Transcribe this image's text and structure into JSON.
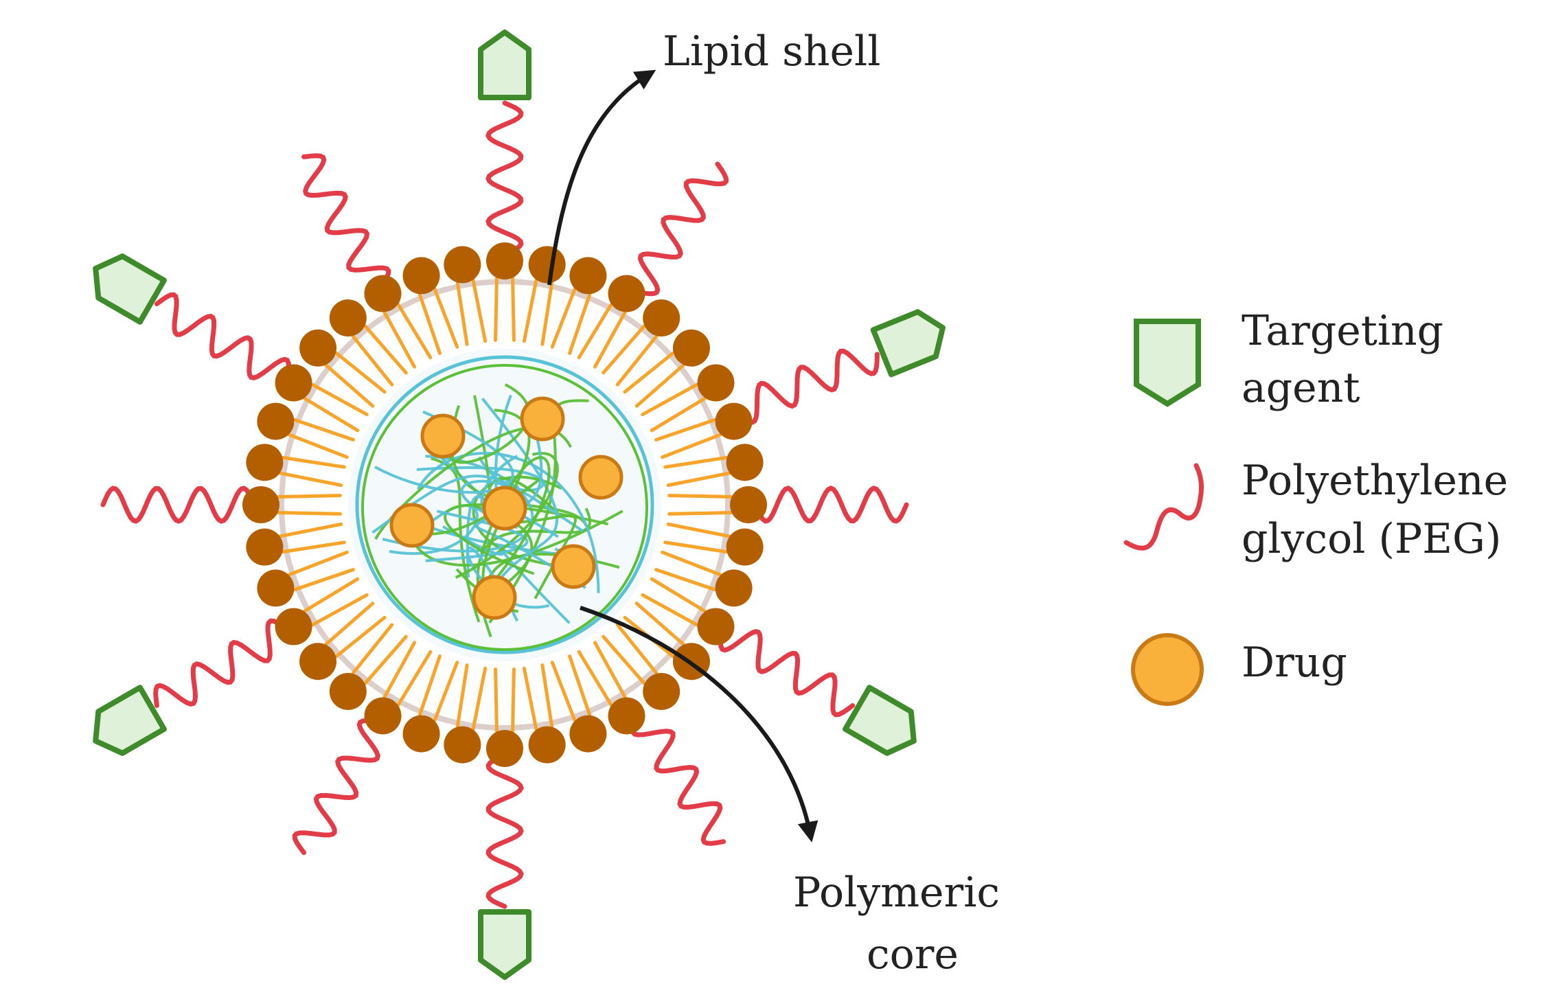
{
  "callouts": {
    "lipid_shell": "Lipid shell",
    "polymeric_core_line1": "Polymeric",
    "polymeric_core_line2": "core"
  },
  "legend": {
    "targeting_line1": "Targeting",
    "targeting_line2": "agent",
    "peg_line1": "Polyethylene",
    "peg_line2": "glycol (PEG)",
    "drug": "Drug"
  },
  "colors": {
    "lipid_head": "#b35f00",
    "lipid_tail": "#f7a42a",
    "peg": "#e23c48",
    "targeting_fill": "#dff1d9",
    "targeting_stroke": "#3f8a2a",
    "drug_fill": "#f9b13b",
    "drug_stroke": "#c97a14",
    "polymer_blue": "#58c2d6",
    "polymer_green": "#5bbf37",
    "shell_ring": "#dccfcb",
    "arrow": "#1a1a1a"
  }
}
